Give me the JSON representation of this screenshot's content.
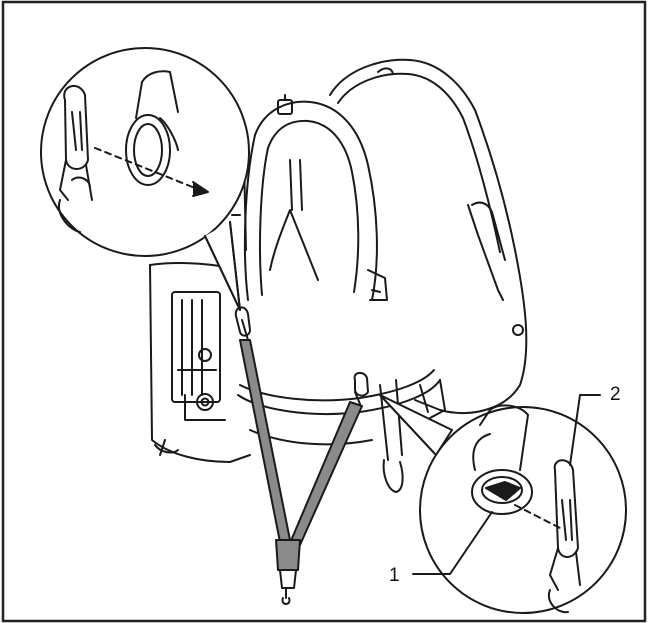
{
  "figure": {
    "callouts": [
      {
        "number": "1",
        "refers_to": "strap-d-ring"
      },
      {
        "number": "2",
        "refers_to": "snap-hook"
      }
    ],
    "colors": {
      "line": "#1a1a1a",
      "strap_fill": "#8a8a8a",
      "background": "#ffffff",
      "frame": "#222222"
    },
    "icons": [
      "snap-hook-icon",
      "d-ring-icon",
      "backpack-frame-icon",
      "shoulder-strap-icon"
    ]
  }
}
